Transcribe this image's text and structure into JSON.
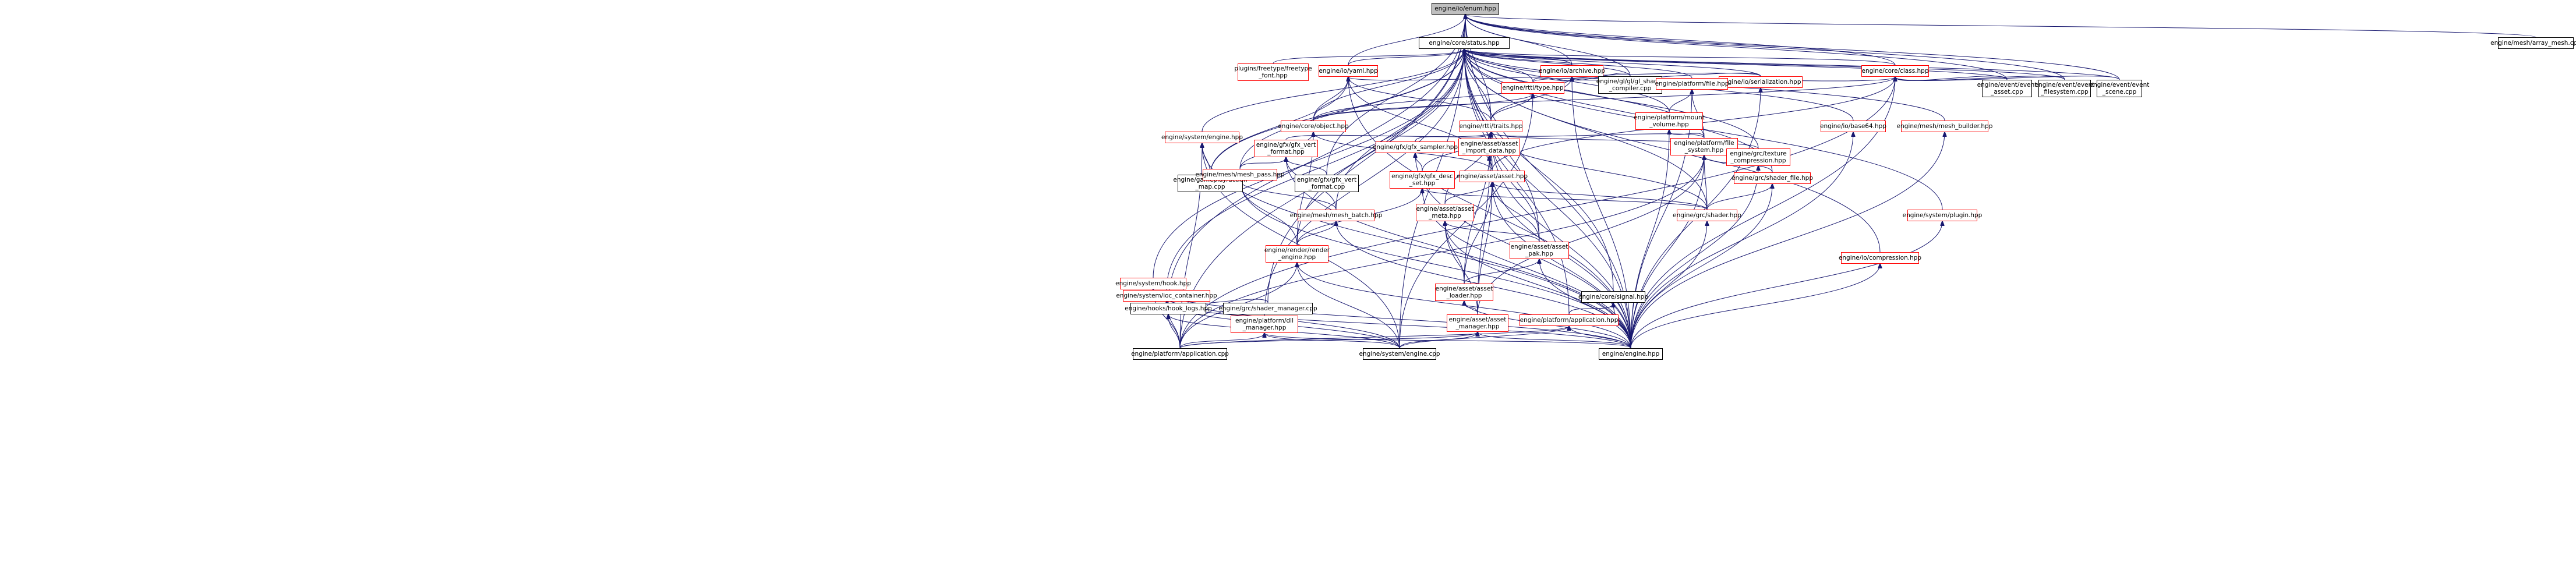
{
  "colors": {
    "edge": "#191970",
    "node_border_default": "#bfbfbf",
    "node_border_alt": "#ff0000",
    "root_fill": "#bfbfbf",
    "background": "#ffffff"
  },
  "nodes": [
    {
      "id": "enum",
      "label": "engine/io/enum.hpp",
      "style": "root"
    },
    {
      "id": "status",
      "label": "engine/core/status.hpp",
      "style": "black"
    },
    {
      "id": "array_mesh",
      "label": "engine/mesh/array_mesh.cpp",
      "style": "black"
    },
    {
      "id": "freetype",
      "label": "plugins/freetype/freetype\n_font.hpp",
      "style": "red"
    },
    {
      "id": "yaml",
      "label": "engine/io/yaml.hpp",
      "style": "red"
    },
    {
      "id": "archive",
      "label": "engine/io/archive.hpp",
      "style": "red"
    },
    {
      "id": "class",
      "label": "engine/core/class.hpp",
      "style": "red"
    },
    {
      "id": "rtti_type",
      "label": "engine/rtti/type.hpp",
      "style": "red"
    },
    {
      "id": "gl_shader",
      "label": "engine/gl/gl/gl_shader\n_compiler.cpp",
      "style": "black"
    },
    {
      "id": "serialization",
      "label": "engine/io/serialization.hpp",
      "style": "red"
    },
    {
      "id": "platform_file",
      "label": "engine/platform/file.hpp",
      "style": "red"
    },
    {
      "id": "event_asset",
      "label": "engine/event/event\n_asset.cpp",
      "style": "black"
    },
    {
      "id": "event_fs",
      "label": "engine/event/event\n_filesystem.cpp",
      "style": "black"
    },
    {
      "id": "event_scene",
      "label": "engine/event/event\n_scene.cpp",
      "style": "black"
    },
    {
      "id": "base64",
      "label": "engine/io/base64.hpp",
      "style": "red"
    },
    {
      "id": "mesh_builder",
      "label": "engine/mesh/mesh_builder.hpp",
      "style": "red"
    },
    {
      "id": "core_object",
      "label": "engine/core/object.hpp",
      "style": "red"
    },
    {
      "id": "rtti_traits",
      "label": "engine/rtti/traits.hpp",
      "style": "red"
    },
    {
      "id": "mount_volume",
      "label": "engine/platform/mount\n_volume.hpp",
      "style": "red"
    },
    {
      "id": "system_engine",
      "label": "engine/system/engine.hpp",
      "style": "red"
    },
    {
      "id": "gfx_vert",
      "label": "engine/gfx/gfx_vert\n_format.hpp",
      "style": "red"
    },
    {
      "id": "gfx_sampler",
      "label": "engine/gfx/gfx_sampler.hpp",
      "style": "red"
    },
    {
      "id": "asset_import",
      "label": "engine/asset/asset\n_import_data.hpp",
      "style": "red"
    },
    {
      "id": "platform_fs",
      "label": "engine/platform/file\n_system.hpp",
      "style": "red"
    },
    {
      "id": "grc_texture",
      "label": "engine/grc/texture\n_compression.hpp",
      "style": "red"
    },
    {
      "id": "gameplay_action",
      "label": "engine/gameplay/action\n_map.cpp",
      "style": "black"
    },
    {
      "id": "mesh_pass",
      "label": "engine/mesh/mesh_pass.hpp",
      "style": "red"
    },
    {
      "id": "gfx_vert_cpp",
      "label": "engine/gfx/gfx_vert\n_format.cpp",
      "style": "black"
    },
    {
      "id": "gfx_desc",
      "label": "engine/gfx/gfx_desc\n_set.hpp",
      "style": "red"
    },
    {
      "id": "asset_asset",
      "label": "engine/asset/asset.hpp",
      "style": "red"
    },
    {
      "id": "grc_shader_file",
      "label": "engine/grc/shader_file.hpp",
      "style": "red"
    },
    {
      "id": "mesh_batch",
      "label": "engine/mesh/mesh_batch.hpp",
      "style": "red"
    },
    {
      "id": "asset_meta",
      "label": "engine/asset/asset\n_meta.hpp",
      "style": "red"
    },
    {
      "id": "grc_shader",
      "label": "engine/grc/shader.hpp",
      "style": "red"
    },
    {
      "id": "system_plugin",
      "label": "engine/system/plugin.hpp",
      "style": "red"
    },
    {
      "id": "render_engine",
      "label": "engine/render/render\n_engine.hpp",
      "style": "red"
    },
    {
      "id": "asset_pak",
      "label": "engine/asset/asset\n_pak.hpp",
      "style": "red"
    },
    {
      "id": "io_compression",
      "label": "engine/io/compression.hpp",
      "style": "red"
    },
    {
      "id": "system_hook",
      "label": "engine/system/hook.hpp",
      "style": "red"
    },
    {
      "id": "ioc",
      "label": "engine/system/ioc_container.hpp",
      "style": "red"
    },
    {
      "id": "asset_loader",
      "label": "engine/asset/asset\n_loader.hpp",
      "style": "red"
    },
    {
      "id": "core_signal",
      "label": "engine/core/signal.hpp",
      "style": "black"
    },
    {
      "id": "hook_logs",
      "label": "engine/hooks/hook_logs.hpp",
      "style": "black"
    },
    {
      "id": "shader_manager",
      "label": "engine/grc/shader_manager.cpp",
      "style": "black"
    },
    {
      "id": "platform_dll",
      "label": "engine/platform/dll\n_manager.hpp",
      "style": "red"
    },
    {
      "id": "asset_manager",
      "label": "engine/asset/asset\n_manager.hpp",
      "style": "red"
    },
    {
      "id": "app_hpp",
      "label": "engine/platform/application.hpp",
      "style": "red"
    },
    {
      "id": "app_cpp",
      "label": "engine/platform/application.cpp",
      "style": "black"
    },
    {
      "id": "engine_cpp",
      "label": "engine/system/engine.cpp",
      "style": "black"
    },
    {
      "id": "engine_hpp",
      "label": "engine/engine.hpp",
      "style": "black"
    }
  ],
  "edges": [
    [
      "status",
      "enum"
    ],
    [
      "array_mesh",
      "enum"
    ],
    [
      "yaml",
      "enum"
    ],
    [
      "archive",
      "enum"
    ],
    [
      "class",
      "enum"
    ],
    [
      "rtti_traits",
      "enum"
    ],
    [
      "gl_shader",
      "enum"
    ],
    [
      "event_asset",
      "enum"
    ],
    [
      "event_fs",
      "enum"
    ],
    [
      "event_scene",
      "enum"
    ],
    [
      "gfx_vert_cpp",
      "enum"
    ],
    [
      "hook_logs",
      "enum"
    ],
    [
      "shader_manager",
      "enum"
    ],
    [
      "app_cpp",
      "enum"
    ],
    [
      "engine_cpp",
      "enum"
    ],
    [
      "engine_hpp",
      "enum"
    ],
    [
      "freetype",
      "status"
    ],
    [
      "yaml",
      "status"
    ],
    [
      "archive",
      "status"
    ],
    [
      "class",
      "status"
    ],
    [
      "rtti_type",
      "status"
    ],
    [
      "gl_shader",
      "status"
    ],
    [
      "serialization",
      "status"
    ],
    [
      "platform_file",
      "status"
    ],
    [
      "event_asset",
      "status"
    ],
    [
      "event_fs",
      "status"
    ],
    [
      "event_scene",
      "status"
    ],
    [
      "base64",
      "status"
    ],
    [
      "mesh_builder",
      "status"
    ],
    [
      "core_object",
      "status"
    ],
    [
      "rtti_traits",
      "status"
    ],
    [
      "mount_volume",
      "status"
    ],
    [
      "system_engine",
      "status"
    ],
    [
      "platform_fs",
      "status"
    ],
    [
      "grc_texture",
      "status"
    ],
    [
      "gameplay_action",
      "status"
    ],
    [
      "mesh_pass",
      "status"
    ],
    [
      "asset_asset",
      "status"
    ],
    [
      "grc_shader_file",
      "status"
    ],
    [
      "mesh_batch",
      "status"
    ],
    [
      "grc_shader",
      "status"
    ],
    [
      "system_plugin",
      "status"
    ],
    [
      "render_engine",
      "status"
    ],
    [
      "asset_pak",
      "status"
    ],
    [
      "io_compression",
      "status"
    ],
    [
      "system_hook",
      "status"
    ],
    [
      "ioc",
      "status"
    ],
    [
      "core_signal",
      "status"
    ],
    [
      "platform_dll",
      "status"
    ],
    [
      "app_hpp",
      "status"
    ],
    [
      "engine_hpp",
      "status"
    ],
    [
      "core_object",
      "yaml"
    ],
    [
      "rtti_traits",
      "yaml"
    ],
    [
      "serialization",
      "yaml"
    ],
    [
      "gameplay_action",
      "yaml"
    ],
    [
      "asset_asset",
      "yaml"
    ],
    [
      "engine_hpp",
      "yaml"
    ],
    [
      "rtti_type",
      "archive"
    ],
    [
      "rtti_traits",
      "archive"
    ],
    [
      "serialization",
      "archive"
    ],
    [
      "gl_shader",
      "archive"
    ],
    [
      "core_object",
      "archive"
    ],
    [
      "engine_hpp",
      "archive"
    ],
    [
      "rtti_type",
      "class"
    ],
    [
      "core_object",
      "class"
    ],
    [
      "event_asset",
      "class"
    ],
    [
      "event_fs",
      "class"
    ],
    [
      "event_scene",
      "class"
    ],
    [
      "asset_asset",
      "class"
    ],
    [
      "app_cpp",
      "class"
    ],
    [
      "engine_hpp",
      "class"
    ],
    [
      "rtti_traits",
      "rtti_type"
    ],
    [
      "core_object",
      "rtti_type"
    ],
    [
      "engine_cpp",
      "rtti_type"
    ],
    [
      "platform_fs",
      "platform_file"
    ],
    [
      "mount_volume",
      "platform_file"
    ],
    [
      "engine_hpp",
      "platform_file"
    ],
    [
      "engine_hpp",
      "serialization"
    ],
    [
      "engine_hpp",
      "base64"
    ],
    [
      "engine_hpp",
      "mesh_builder"
    ],
    [
      "asset_asset",
      "core_object"
    ],
    [
      "mesh_pass",
      "core_object"
    ],
    [
      "render_engine",
      "core_object"
    ],
    [
      "gfx_vert",
      "rtti_traits"
    ],
    [
      "gfx_sampler",
      "rtti_traits"
    ],
    [
      "asset_import",
      "rtti_traits"
    ],
    [
      "gfx_desc",
      "rtti_traits"
    ],
    [
      "asset_asset",
      "rtti_traits"
    ],
    [
      "grc_texture",
      "rtti_traits"
    ],
    [
      "grc_shader",
      "rtti_traits"
    ],
    [
      "asset_meta",
      "rtti_traits"
    ],
    [
      "asset_pak",
      "rtti_traits"
    ],
    [
      "asset_loader",
      "rtti_traits"
    ],
    [
      "platform_fs",
      "rtti_traits"
    ],
    [
      "engine_hpp",
      "rtti_traits"
    ],
    [
      "asset_manager",
      "rtti_traits"
    ],
    [
      "platform_fs",
      "mount_volume"
    ],
    [
      "engine_hpp",
      "mount_volume"
    ],
    [
      "gameplay_action",
      "system_engine"
    ],
    [
      "app_cpp",
      "system_engine"
    ],
    [
      "engine_cpp",
      "system_engine"
    ],
    [
      "engine_hpp",
      "system_engine"
    ],
    [
      "mesh_pass",
      "gfx_vert"
    ],
    [
      "gfx_vert_cpp",
      "gfx_vert"
    ],
    [
      "mesh_batch",
      "gfx_vert"
    ],
    [
      "engine_hpp",
      "gfx_vert"
    ],
    [
      "gfx_desc",
      "gfx_sampler"
    ],
    [
      "engine_hpp",
      "gfx_sampler"
    ],
    [
      "asset_asset",
      "asset_import"
    ],
    [
      "engine_hpp",
      "asset_import"
    ],
    [
      "grc_shader_file",
      "platform_fs"
    ],
    [
      "grc_shader",
      "platform_fs"
    ],
    [
      "asset_manager",
      "platform_fs"
    ],
    [
      "app_cpp",
      "platform_fs"
    ],
    [
      "engine_hpp",
      "platform_fs"
    ],
    [
      "engine_hpp",
      "grc_texture"
    ],
    [
      "mesh_batch",
      "mesh_pass"
    ],
    [
      "render_engine",
      "mesh_pass"
    ],
    [
      "engine_hpp",
      "mesh_pass"
    ],
    [
      "grc_shader",
      "gfx_desc"
    ],
    [
      "render_engine",
      "gfx_desc"
    ],
    [
      "engine_hpp",
      "gfx_desc"
    ],
    [
      "asset_meta",
      "asset_asset"
    ],
    [
      "asset_pak",
      "asset_asset"
    ],
    [
      "asset_loader",
      "asset_asset"
    ],
    [
      "grc_shader",
      "asset_asset"
    ],
    [
      "asset_manager",
      "asset_asset"
    ],
    [
      "engine_hpp",
      "asset_asset"
    ],
    [
      "grc_shader",
      "grc_shader_file"
    ],
    [
      "engine_hpp",
      "grc_shader_file"
    ],
    [
      "render_engine",
      "mesh_batch"
    ],
    [
      "engine_hpp",
      "mesh_batch"
    ],
    [
      "asset_pak",
      "asset_meta"
    ],
    [
      "asset_loader",
      "asset_meta"
    ],
    [
      "asset_manager",
      "asset_meta"
    ],
    [
      "engine_hpp",
      "asset_meta"
    ],
    [
      "engine_hpp",
      "grc_shader"
    ],
    [
      "engine_hpp",
      "system_plugin"
    ],
    [
      "engine_cpp",
      "render_engine"
    ],
    [
      "app_cpp",
      "render_engine"
    ],
    [
      "engine_hpp",
      "render_engine"
    ],
    [
      "asset_loader",
      "asset_pak"
    ],
    [
      "engine_hpp",
      "asset_pak"
    ],
    [
      "engine_hpp",
      "io_compression"
    ],
    [
      "hook_logs",
      "system_hook"
    ],
    [
      "app_cpp",
      "system_hook"
    ],
    [
      "engine_cpp",
      "system_hook"
    ],
    [
      "engine_hpp",
      "system_hook"
    ],
    [
      "hook_logs",
      "ioc"
    ],
    [
      "shader_manager",
      "ioc"
    ],
    [
      "app_cpp",
      "ioc"
    ],
    [
      "engine_cpp",
      "ioc"
    ],
    [
      "engine_hpp",
      "ioc"
    ],
    [
      "asset_manager",
      "asset_loader"
    ],
    [
      "engine_hpp",
      "asset_loader"
    ],
    [
      "app_hpp",
      "core_signal"
    ],
    [
      "engine_hpp",
      "core_signal"
    ],
    [
      "app_cpp",
      "hook_logs"
    ],
    [
      "engine_cpp",
      "hook_logs"
    ],
    [
      "app_cpp",
      "platform_dll"
    ],
    [
      "engine_cpp",
      "platform_dll"
    ],
    [
      "engine_hpp",
      "platform_dll"
    ],
    [
      "app_cpp",
      "asset_manager"
    ],
    [
      "engine_cpp",
      "asset_manager"
    ],
    [
      "engine_hpp",
      "asset_manager"
    ],
    [
      "app_cpp",
      "app_hpp"
    ],
    [
      "engine_cpp",
      "app_hpp"
    ],
    [
      "engine_hpp",
      "app_hpp"
    ]
  ]
}
